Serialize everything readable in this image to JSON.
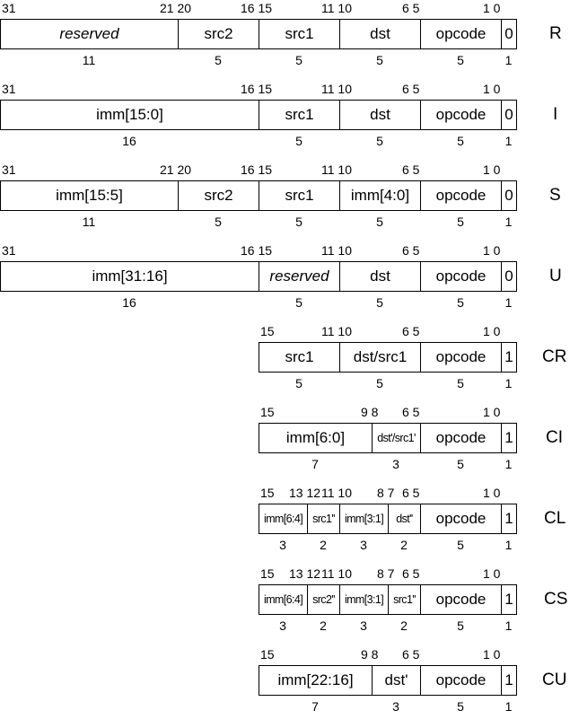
{
  "formats": [
    {
      "name": "R",
      "top": [
        "31",
        "21 20",
        "16 15",
        "11 10",
        "6 5",
        "1 0"
      ],
      "fields": [
        "reserved",
        "src2",
        "src1",
        "dst",
        "opcode",
        "0"
      ],
      "widths": [
        "11",
        "5",
        "5",
        "5",
        "5",
        "1"
      ]
    },
    {
      "name": "I",
      "top": [
        "31",
        "16 15",
        "11 10",
        "6 5",
        "1 0"
      ],
      "fields": [
        "imm[15:0]",
        "src1",
        "dst",
        "opcode",
        "0"
      ],
      "widths": [
        "16",
        "5",
        "5",
        "5",
        "1"
      ]
    },
    {
      "name": "S",
      "top": [
        "31",
        "21 20",
        "16 15",
        "11 10",
        "6 5",
        "1 0"
      ],
      "fields": [
        "imm[15:5]",
        "src2",
        "src1",
        "imm[4:0]",
        "opcode",
        "0"
      ],
      "widths": [
        "11",
        "5",
        "5",
        "5",
        "5",
        "1"
      ]
    },
    {
      "name": "U",
      "top": [
        "31",
        "16 15",
        "11 10",
        "6 5",
        "1 0"
      ],
      "fields": [
        "imm[31:16]",
        "reserved",
        "dst",
        "opcode",
        "0"
      ],
      "widths": [
        "16",
        "5",
        "5",
        "5",
        "1"
      ]
    },
    {
      "name": "CR",
      "top": [
        "15",
        "11 10",
        "6 5",
        "1 0"
      ],
      "fields": [
        "src1",
        "dst/src1",
        "opcode",
        "1"
      ],
      "widths": [
        "5",
        "5",
        "5",
        "1"
      ]
    },
    {
      "name": "CI",
      "top": [
        "15",
        "9 8",
        "6 5",
        "1 0"
      ],
      "fields": [
        "imm[6:0]",
        "dst'/src1'",
        "opcode",
        "1"
      ],
      "widths": [
        "7",
        "3",
        "5",
        "1"
      ]
    },
    {
      "name": "CL",
      "top": [
        "15",
        "13 12",
        "11 10",
        "8 7",
        "6 5",
        "1 0"
      ],
      "fields": [
        "imm[6:4]",
        "src1''",
        "imm[3:1]",
        "dst''",
        "opcode",
        "1"
      ],
      "widths": [
        "3",
        "2",
        "3",
        "2",
        "5",
        "1"
      ]
    },
    {
      "name": "CS",
      "top": [
        "15",
        "13 12",
        "11 10",
        "8 7",
        "6 5",
        "1 0"
      ],
      "fields": [
        "imm[6:4]",
        "src2''",
        "imm[3:1]",
        "src1''",
        "opcode",
        "1"
      ],
      "widths": [
        "3",
        "2",
        "3",
        "2",
        "5",
        "1"
      ]
    },
    {
      "name": "CU",
      "top": [
        "15",
        "9 8",
        "6 5",
        "1 0"
      ],
      "fields": [
        "imm[22:16]",
        "dst'",
        "opcode",
        "1"
      ],
      "widths": [
        "7",
        "3",
        "5",
        "1"
      ]
    }
  ]
}
